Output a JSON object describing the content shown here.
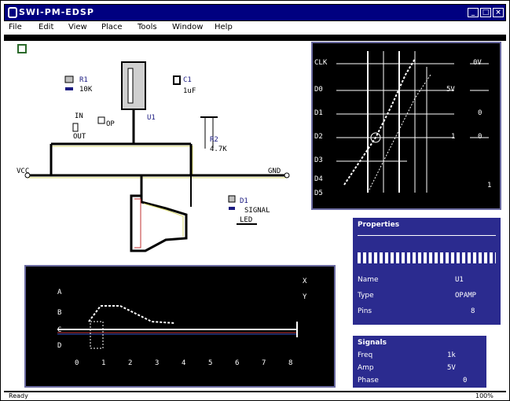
{
  "window": {
    "title": "SWI-PM-EDSP",
    "controls": [
      "_",
      "□",
      "×"
    ]
  },
  "menu": {
    "items": [
      "File",
      "Edit",
      "View",
      "Place",
      "Tools",
      "Window",
      "Help"
    ]
  },
  "schematic": {
    "parts": [
      {
        "ref": "R1",
        "value": "10K"
      },
      {
        "ref": "C1",
        "value": "1uF"
      },
      {
        "ref": "U1",
        "value": "OP"
      },
      {
        "ref": "R2",
        "value": "4.7K"
      },
      {
        "ref": "D1",
        "value": "LED"
      }
    ],
    "net_labels": [
      "VCC",
      "GND",
      "OUT",
      "IN"
    ],
    "annotation": "SIGNAL"
  },
  "analyzer_top": {
    "labels": [
      "CLK",
      "D0",
      "D1",
      "D2",
      "D3",
      "D4",
      "D5"
    ],
    "readouts": [
      "0V",
      "5V",
      "0",
      "1",
      "0",
      "1"
    ]
  },
  "analyzer_bottom": {
    "labels": [
      "A",
      "B",
      "C",
      "D"
    ],
    "markers": [
      "X",
      "Y"
    ],
    "time_ticks": [
      "0",
      "1",
      "2",
      "3",
      "4",
      "5",
      "6",
      "7",
      "8"
    ]
  },
  "properties_upper": {
    "header": "Properties",
    "rows": [
      {
        "label": "Name",
        "value": "U1"
      },
      {
        "label": "Type",
        "value": "OPAMP"
      },
      {
        "label": "Pins",
        "value": "8"
      }
    ]
  },
  "properties_lower": {
    "header": "Signals",
    "rows": [
      {
        "label": "Freq",
        "value": "1k"
      },
      {
        "label": "Amp",
        "value": "5V"
      },
      {
        "label": "Phase",
        "value": "0"
      }
    ]
  },
  "status": {
    "left": "Ready",
    "right": "100%"
  },
  "colors": {
    "title_bg": "#000080",
    "panel_bg": "#000000",
    "prop_bg": "#2b2b8f",
    "wire_yellow": "#d8d870",
    "wire_red": "#c03030",
    "wire_blue": "#3050c0"
  }
}
